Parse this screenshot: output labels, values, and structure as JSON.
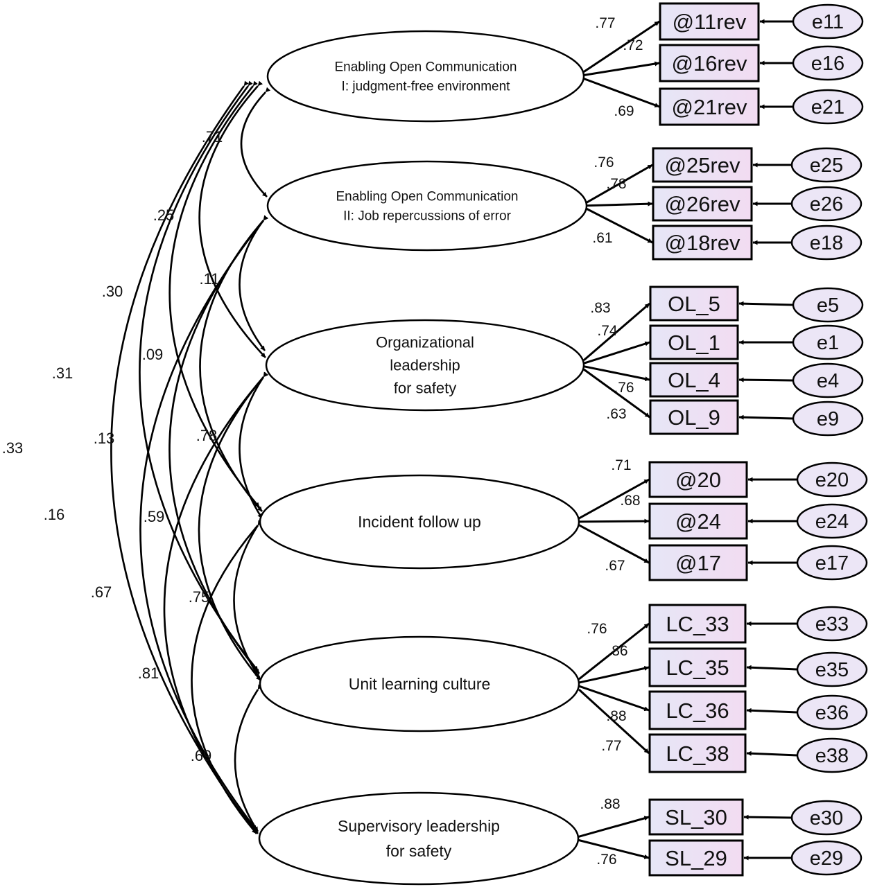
{
  "colors": {
    "box_fill_left": "#e6e6f6",
    "box_fill_right": "#f2dcf2",
    "error_fill": "#ece6f6",
    "stroke": "#000000"
  },
  "latents": [
    {
      "id": "eoc1",
      "lines": [
        "Enabling Open Communication",
        "I: judgment-free environment"
      ]
    },
    {
      "id": "eoc2",
      "lines": [
        "Enabling Open Communication",
        "II: Job repercussions of error"
      ]
    },
    {
      "id": "ol",
      "lines": [
        "Organizational",
        "leadership",
        "for safety"
      ]
    },
    {
      "id": "ifu",
      "lines": [
        "Incident follow up"
      ]
    },
    {
      "id": "ulc",
      "lines": [
        "Unit learning culture"
      ]
    },
    {
      "id": "sl",
      "lines": [
        "Supervisory leadership",
        "for safety"
      ]
    }
  ],
  "indicators": [
    {
      "latent": "eoc1",
      "label": "@11rev",
      "error": "e11",
      "loading": ".77"
    },
    {
      "latent": "eoc1",
      "label": "@16rev",
      "error": "e16",
      "loading": ".72"
    },
    {
      "latent": "eoc1",
      "label": "@21rev",
      "error": "e21",
      "loading": ".69"
    },
    {
      "latent": "eoc2",
      "label": "@25rev",
      "error": "e25",
      "loading": ".76"
    },
    {
      "latent": "eoc2",
      "label": "@26rev",
      "error": "e26",
      "loading": ".78"
    },
    {
      "latent": "eoc2",
      "label": "@18rev",
      "error": "e18",
      "loading": ".61"
    },
    {
      "latent": "ol",
      "label": "OL_5",
      "error": "e5",
      "loading": ".83"
    },
    {
      "latent": "ol",
      "label": "OL_1",
      "error": "e1",
      "loading": ".74"
    },
    {
      "latent": "ol",
      "label": "OL_4",
      "error": "e4",
      "loading": ".76"
    },
    {
      "latent": "ol",
      "label": "OL_9",
      "error": "e9",
      "loading": ".63"
    },
    {
      "latent": "ifu",
      "label": "@20",
      "error": "e20",
      "loading": ".71"
    },
    {
      "latent": "ifu",
      "label": "@24",
      "error": "e24",
      "loading": ".68"
    },
    {
      "latent": "ifu",
      "label": "@17",
      "error": "e17",
      "loading": ".67"
    },
    {
      "latent": "ulc",
      "label": "LC_33",
      "error": "e33",
      "loading": ".76"
    },
    {
      "latent": "ulc",
      "label": "LC_35",
      "error": "e35",
      "loading": ".86"
    },
    {
      "latent": "ulc",
      "label": "LC_36",
      "error": "e36",
      "loading": ".88"
    },
    {
      "latent": "ulc",
      "label": "LC_38",
      "error": "e38",
      "loading": ".77"
    },
    {
      "latent": "sl",
      "label": "SL_30",
      "error": "e30",
      "loading": ".88"
    },
    {
      "latent": "sl",
      "label": "SL_29",
      "error": "e29",
      "loading": ".76"
    }
  ],
  "correlations": [
    {
      "from": "eoc1",
      "to": "eoc2",
      "value": ".71"
    },
    {
      "from": "eoc1",
      "to": "ol",
      "value": ".25"
    },
    {
      "from": "eoc1",
      "to": "ifu",
      "value": ".30"
    },
    {
      "from": "eoc1",
      "to": "ulc",
      "value": ".31"
    },
    {
      "from": "eoc1",
      "to": "sl",
      "value": ".33"
    },
    {
      "from": "eoc2",
      "to": "ol",
      "value": ".11"
    },
    {
      "from": "eoc2",
      "to": "ifu",
      "value": ".09"
    },
    {
      "from": "eoc2",
      "to": "ulc",
      "value": ".13"
    },
    {
      "from": "eoc2",
      "to": "sl",
      "value": ".16"
    },
    {
      "from": "ol",
      "to": "ifu",
      "value": ".78"
    },
    {
      "from": "ol",
      "to": "ulc",
      "value": ".59"
    },
    {
      "from": "ol",
      "to": "sl",
      "value": ".67"
    },
    {
      "from": "ifu",
      "to": "ulc",
      "value": ".75"
    },
    {
      "from": "ifu",
      "to": "sl",
      "value": ".81"
    },
    {
      "from": "ulc",
      "to": "sl",
      "value": ".69"
    }
  ]
}
